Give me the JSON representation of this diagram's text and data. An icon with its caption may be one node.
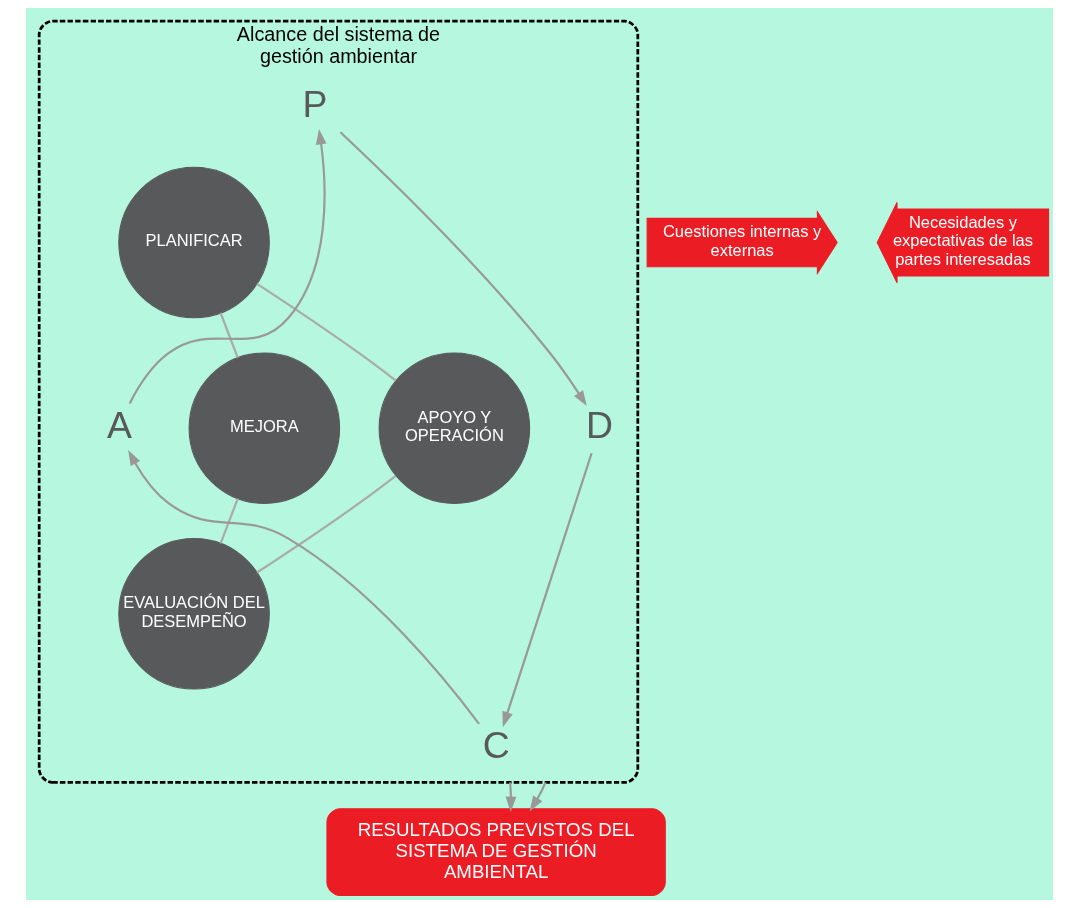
{
  "diagram": {
    "nodes": [
      {
        "text": [
          "Alcance del sistema de gestión ambientar"
        ]
      },
      {
        "text": [
          "Cuestiones internas y externas"
        ]
      },
      {
        "text": [
          "Necesidades y expectativas de las partes interesadas"
        ]
      },
      {
        "text": [
          "P"
        ],
        "in": 0
      },
      {
        "text": [
          "PLANIFICAR"
        ],
        "in": 0
      },
      {
        "text": [
          "A"
        ],
        "in": 0
      },
      {
        "text": [
          "MEJORA"
        ],
        "in": 0
      },
      {
        "text": [
          "APOYO Y OPERACIÓN"
        ],
        "in": 0
      },
      {
        "text": [
          "D"
        ],
        "in": 0
      },
      {
        "text": [
          "EVALUACIÓN DEL DESEMPEÑO"
        ],
        "in": 0
      },
      {
        "text": [
          "C"
        ],
        "in": 0
      },
      {
        "text": [
          "RESULTADOS PREVISTOS DEL SISTEMA DE GESTIÓN AMBIENTAL"
        ]
      }
    ],
    "edges": [
      {
        "from": 3,
        "to": 8,
        "arrow": "to"
      },
      {
        "from": 8,
        "to": 10,
        "arrow": "to"
      },
      {
        "from": 10,
        "to": 5,
        "arrow": "to"
      },
      {
        "from": 5,
        "to": 3,
        "arrow": "to"
      },
      {
        "from": 4,
        "to": 7,
        "arrow": "none"
      },
      {
        "from": 7,
        "to": 9,
        "arrow": "none"
      },
      {
        "from": 4,
        "to": 6,
        "arrow": "none"
      },
      {
        "from": 6,
        "to": 9,
        "arrow": "none"
      },
      {
        "from": 0,
        "to": 11,
        "arrow": "to"
      },
      {
        "from": 0,
        "to": 11,
        "arrow": "to"
      }
    ]
  }
}
